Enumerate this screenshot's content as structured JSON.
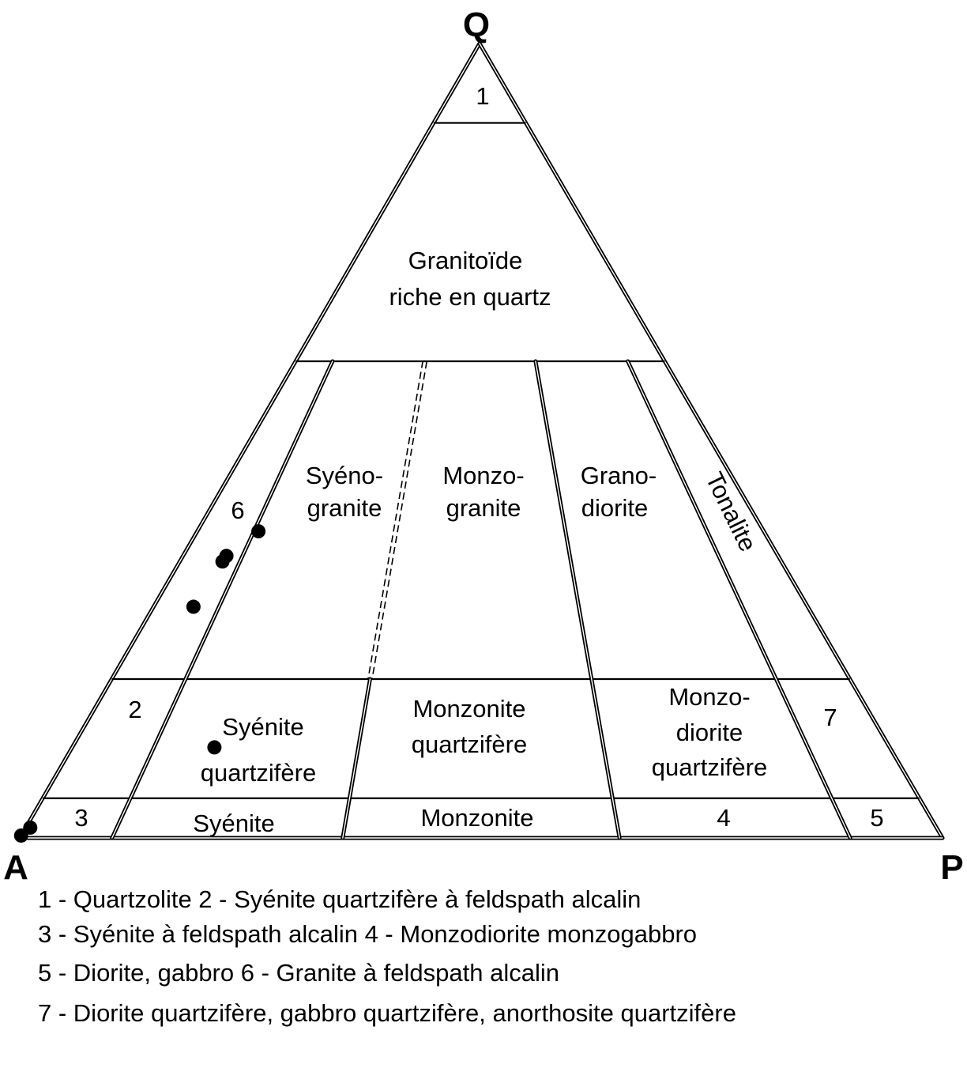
{
  "vertices": {
    "q": "Q",
    "a": "A",
    "p": "P"
  },
  "fields": {
    "f1": "1",
    "granitoide": [
      "Granitoïde",
      "riche en quartz"
    ],
    "f6": "6",
    "syenogranite": [
      "Syéno-",
      "granite"
    ],
    "monzogranite": [
      "Monzo-",
      "granite"
    ],
    "granodiorite": [
      "Grano-",
      "diorite"
    ],
    "tonalite": "Tonalite",
    "f2": "2",
    "syenite_q": [
      "Syénite",
      "quartzifère"
    ],
    "monzonite_q": [
      "Monzonite",
      "quartzifère"
    ],
    "monzodiorite_q": [
      "Monzo-",
      "diorite",
      "quartzifère"
    ],
    "f7": "7",
    "f3": "3",
    "syenite": "Syénite",
    "monzonite": "Monzonite",
    "f4": "4",
    "f5": "5"
  },
  "legend": [
    "1 - Quartzolite 2 - Syénite quartzifère à feldspath alcalin",
    "3 - Syénite à feldspath alcalin 4 - Monzodiorite monzogabbro",
    "5 - Diorite, gabbro 6 - Granite à feldspath alcalin",
    "7 - Diorite quartzifère, gabbro quartzifère, anorthosite quartzifère"
  ],
  "chart_data": {
    "type": "ternary-scatter",
    "axes": [
      "Q",
      "A",
      "P"
    ],
    "q_boundaries_percent": [
      90,
      60,
      20,
      5
    ],
    "p_over_a_plus_p_boundaries_percent": [
      10,
      35,
      65,
      90
    ],
    "points": [
      {
        "q": 38.6,
        "p_ratio": 10.8
      },
      {
        "q": 35.5,
        "p_ratio": 7.3
      },
      {
        "q": 34.8,
        "p_ratio": 7.1
      },
      {
        "q": 29.1,
        "p_ratio": 6.1
      },
      {
        "q": 11.4,
        "p_ratio": 17.4
      },
      {
        "q": 1.3,
        "p_ratio": 0.5
      },
      {
        "q": 0.3,
        "p_ratio": 0.0
      }
    ],
    "marker_color": "#000000"
  }
}
